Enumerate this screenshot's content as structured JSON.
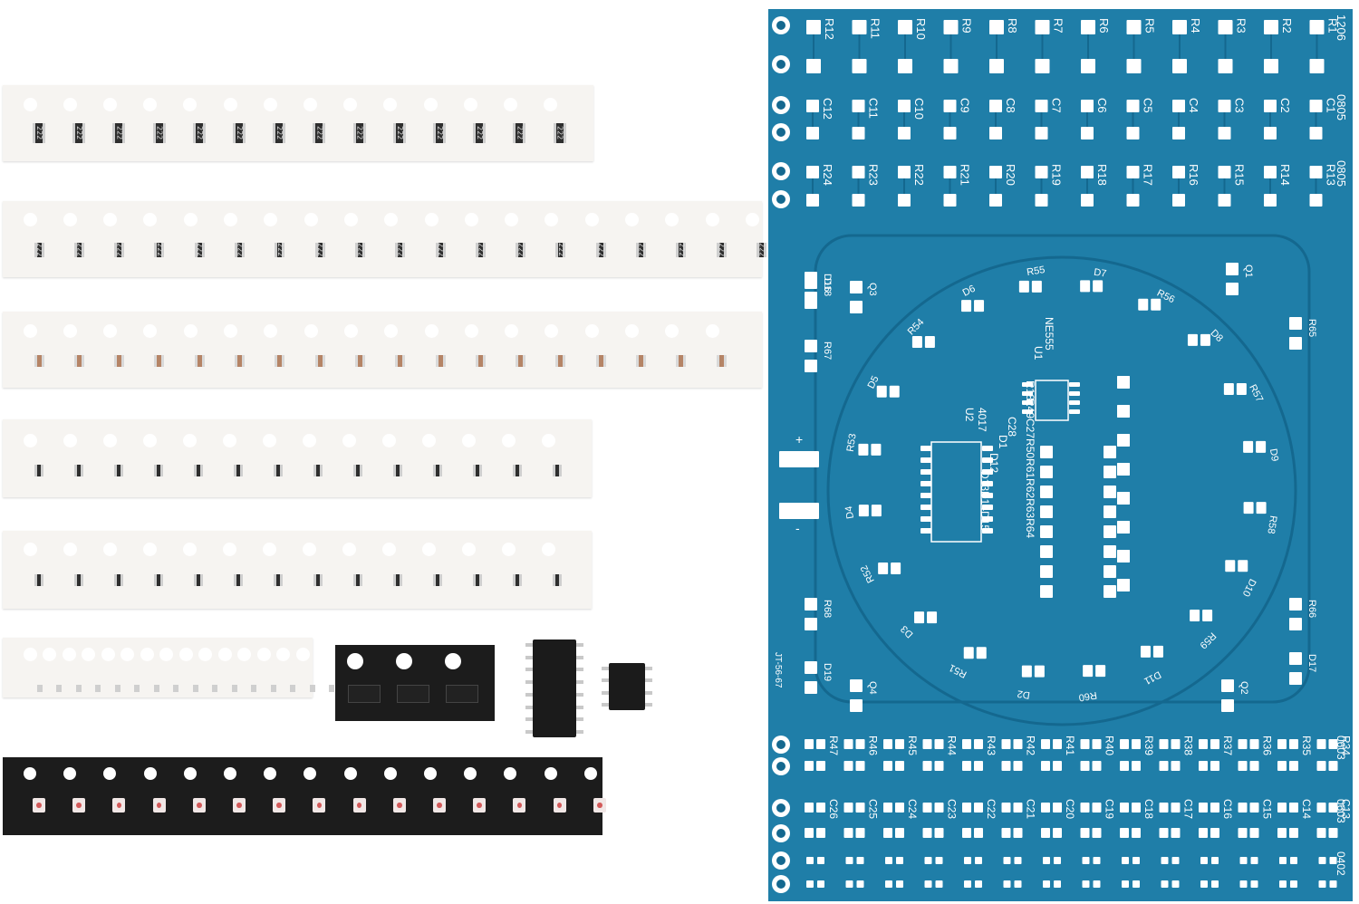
{
  "photo": {
    "subject": "SMD soldering practice kit",
    "colors": {
      "pcb": "#1f7ea8",
      "pcb_dark": "#14688f",
      "pad": "#ffffff",
      "copper": "#c28a6a",
      "silk": "#ffffff",
      "black_tape": "#1c1c1c",
      "white_tape": "#f6f4f1"
    }
  },
  "tapes": [
    {
      "kind": "white",
      "part": "resistor",
      "marking": "222",
      "count": 14
    },
    {
      "kind": "white",
      "part": "resistor",
      "marking": "222",
      "count": 19
    },
    {
      "kind": "white",
      "part": "capacitor",
      "marking": "",
      "count": 18
    },
    {
      "kind": "white",
      "part": "resistor",
      "marking": "",
      "count": 14
    },
    {
      "kind": "white",
      "part": "resistor",
      "marking": "",
      "count": 14
    },
    {
      "kind": "white",
      "part": "resistor-0402",
      "marking": "",
      "count": 16
    },
    {
      "kind": "black",
      "part": "transistor",
      "marking": "",
      "count": 3
    },
    {
      "kind": "black",
      "part": "led",
      "marking": "",
      "count": 15
    }
  ],
  "ics": [
    {
      "name": "soic-16",
      "pins_per_side": 8
    },
    {
      "name": "soic-8",
      "pins_per_side": 4
    }
  ],
  "pcb": {
    "row1_labels": [
      "R12",
      "R11",
      "R10",
      "R9",
      "R8",
      "R7",
      "R6",
      "R5",
      "R4",
      "R3",
      "R2",
      "R1"
    ],
    "row1_size": "1206",
    "row2_labels": [
      "C12",
      "C11",
      "C10",
      "C9",
      "C8",
      "C7",
      "C6",
      "C5",
      "C4",
      "C3",
      "C2",
      "C1"
    ],
    "row2_size": "0805",
    "row3_labels": [
      "R24",
      "R23",
      "R22",
      "R21",
      "R20",
      "R19",
      "R18",
      "R17",
      "R16",
      "R15",
      "R14",
      "R13"
    ],
    "row3_size": "0805",
    "bottom1_labels": [
      "R47",
      "R46",
      "R45",
      "R44",
      "R43",
      "R42",
      "R41",
      "R40",
      "R39",
      "R38",
      "R37",
      "R36",
      "R35",
      "R34"
    ],
    "bottom1_size": "0603",
    "bottom2_labels": [
      "C26",
      "C25",
      "C24",
      "C23",
      "C22",
      "C21",
      "C20",
      "C19",
      "C18",
      "C17",
      "C16",
      "C15",
      "C14",
      "C13"
    ],
    "bottom2_size": "0603",
    "bottom3_size": "0402",
    "ic1": "NE555",
    "ic1_ref": "U1",
    "ic2": "4017",
    "ic2_ref": "U2",
    "center_labels": [
      "R18",
      "R49C27R50R61R62R63R64",
      "C28",
      "D1",
      "D12",
      "D13D14D15"
    ],
    "ring_labels": [
      "D7",
      "R56",
      "D8",
      "R57",
      "D9",
      "R58",
      "D10",
      "R59",
      "D11",
      "R60",
      "D2",
      "R51",
      "D3",
      "R52",
      "D4",
      "R53",
      "D5",
      "R54",
      "D6",
      "R55"
    ],
    "corner_labels": [
      "D16",
      "Q1",
      "R65",
      "D17",
      "Q2",
      "R66",
      "D18",
      "Q3",
      "R67",
      "D19",
      "Q4",
      "R68"
    ],
    "model": "JT-56-67",
    "polarity_plus": "+",
    "polarity_minus": "-"
  }
}
